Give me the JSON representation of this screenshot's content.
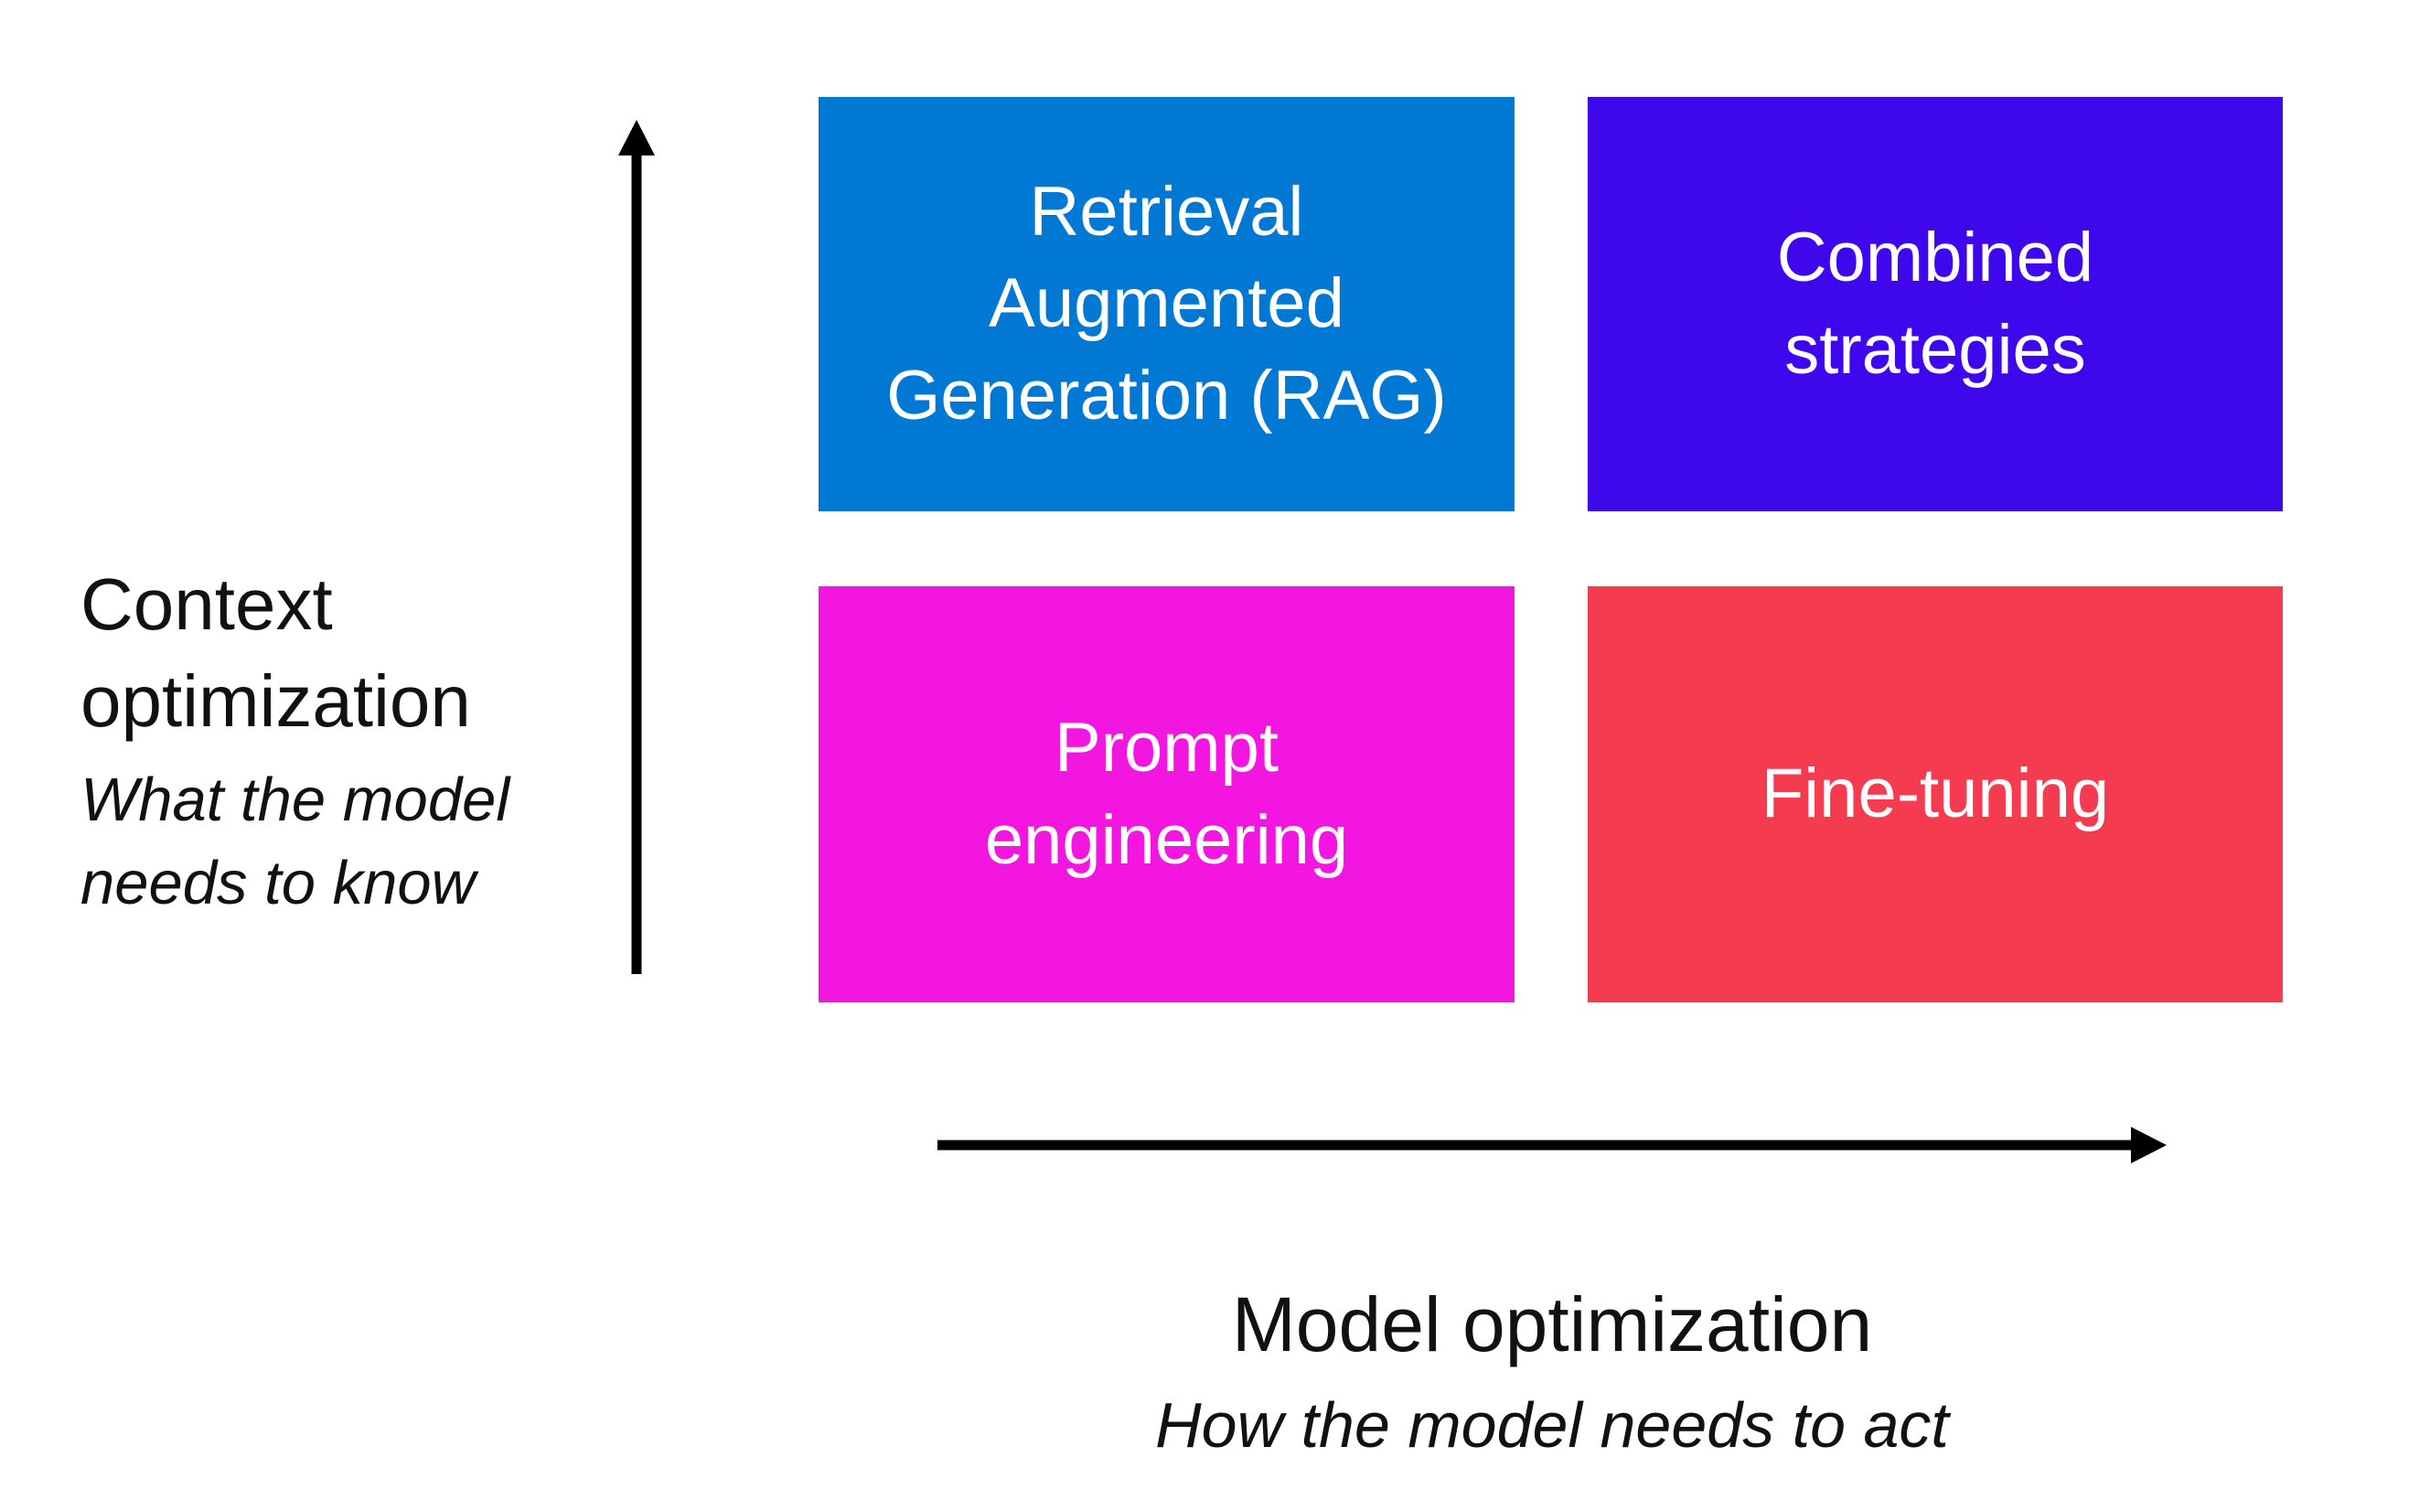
{
  "figure": {
    "background_color": "#ffffff",
    "arrow_color": "#000000",
    "quadrants": {
      "rag": {
        "label": "Retrieval\nAugmented\nGeneration (RAG)",
        "color": "#0078D4",
        "position": "top-left"
      },
      "combined": {
        "label": "Combined\nstrategies",
        "color": "#3E07EC",
        "position": "top-right"
      },
      "prompt": {
        "label": "Prompt\nengineering",
        "color": "#F316E1",
        "position": "bottom-left"
      },
      "finetune": {
        "label": "Fine-tuning",
        "color": "#F43B50",
        "position": "bottom-right"
      }
    },
    "axes": {
      "vertical": {
        "title": "Context\noptimization",
        "subtitle": "What the model\nneeds to know"
      },
      "horizontal": {
        "title": "Model optimization",
        "subtitle": "How the model needs to act"
      }
    }
  }
}
